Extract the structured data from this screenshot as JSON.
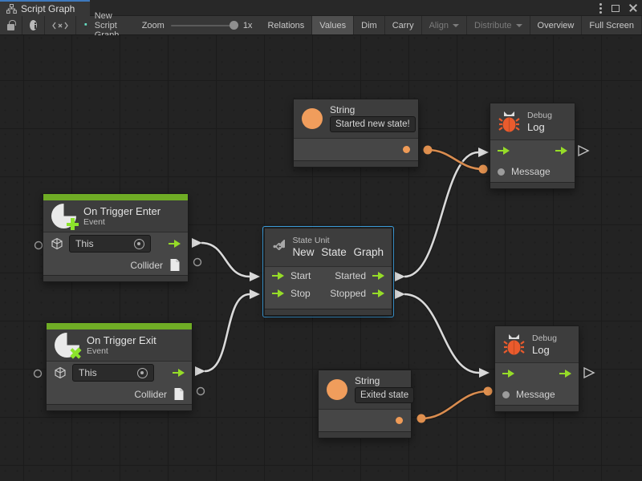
{
  "window": {
    "tab_title": "Script Graph"
  },
  "toolbar": {
    "graph_name": "New Script Graph",
    "zoom_label": "Zoom",
    "zoom_value": "1x",
    "buttons": [
      {
        "label": "Relations",
        "state": "normal"
      },
      {
        "label": "Values",
        "state": "active"
      },
      {
        "label": "Dim",
        "state": "normal"
      },
      {
        "label": "Carry",
        "state": "normal"
      },
      {
        "label": "Align",
        "state": "disabled"
      },
      {
        "label": "Distribute",
        "state": "disabled"
      },
      {
        "label": "Overview",
        "state": "normal"
      },
      {
        "label": "Full Screen",
        "state": "normal"
      }
    ]
  },
  "nodes": {
    "string_top": {
      "title": "String",
      "value": "Started new state!"
    },
    "string_bottom": {
      "title": "String",
      "value": "Exited state"
    },
    "debug_top": {
      "kind": "Debug",
      "title": "Log",
      "input": "Message"
    },
    "debug_bottom": {
      "kind": "Debug",
      "title": "Log",
      "input": "Message"
    },
    "trigger_enter": {
      "title": "On Trigger Enter",
      "subtitle": "Event",
      "target": "This",
      "output": "Collider"
    },
    "trigger_exit": {
      "title": "On Trigger Exit",
      "subtitle": "Event",
      "target": "This",
      "output": "Collider"
    },
    "state_unit": {
      "kind": "State Unit",
      "title": "New State Graph",
      "in_ports": [
        "Start",
        "Stop"
      ],
      "out_ports": [
        "Started",
        "Stopped"
      ]
    }
  },
  "colors": {
    "accent_green": "#96dc28",
    "event_bar_green": "#6fac25",
    "value_orange": "#ef9b57",
    "wire_white": "#d9d9d9",
    "wire_orange": "#d98c4f",
    "selection_blue": "#3ea2e2",
    "tab_accent_blue": "#3e79bd"
  }
}
